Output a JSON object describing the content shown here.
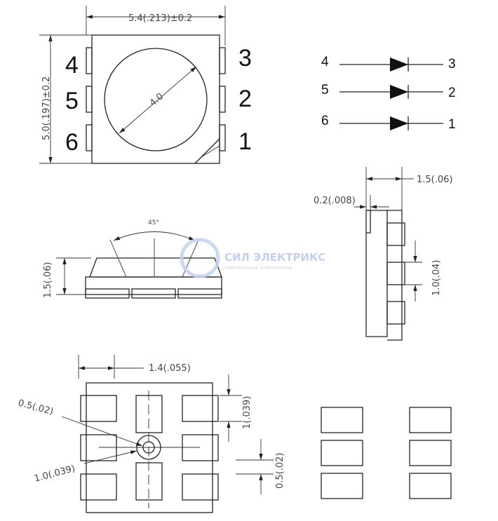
{
  "top_view": {
    "width_dim": "5.4(.213)±0.2",
    "height_dim": "5.0(.197)±0.2",
    "lens_dim": "4.0",
    "pins_left": [
      "4",
      "5",
      "6"
    ],
    "pins_right": [
      "3",
      "2",
      "1"
    ]
  },
  "schematic": {
    "rows": [
      {
        "anode": "4",
        "cathode": "3"
      },
      {
        "anode": "5",
        "cathode": "2"
      },
      {
        "anode": "6",
        "cathode": "1"
      }
    ]
  },
  "side_view": {
    "angle": "45°",
    "height_dim": "1.5(.06)"
  },
  "end_view": {
    "width_dim": "1.5(.06)",
    "offset_dim": "0.2(.008)",
    "pad_dim": "1.0(.04)"
  },
  "bottom_view": {
    "pad_width_dim": "1.4(.055)",
    "inner_circle_dim": "0.5(.02)",
    "outer_circle_dim": "1.0(.039)",
    "pad_height_dim": "1(.039)",
    "gap_dim": "0.5(.02)"
  },
  "watermark": {
    "name": "СИЛ ЭЛЕКТРИКС",
    "tagline": "электронные компоненты"
  }
}
